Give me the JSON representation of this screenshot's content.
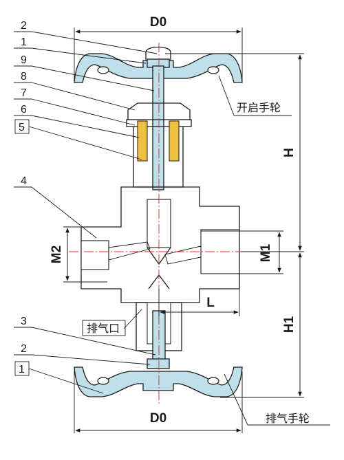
{
  "part_labels": [
    "2",
    "1",
    "9",
    "8",
    "7",
    "6",
    "5",
    "4",
    "3",
    "2",
    "1"
  ],
  "dimensions": {
    "top_width": "D0",
    "bottom_width": "D0",
    "upper_height": "H",
    "lower_height": "H1",
    "left_port": "M2",
    "right_port": "M1",
    "length": "L"
  },
  "callouts": {
    "open_handwheel": "开启手轮",
    "vent_port": "排气口",
    "vent_handwheel": "排气手轮"
  },
  "colors": {
    "section_fill": "#bfe0ea",
    "centerline": "#e03030",
    "line": "#1a1a1a"
  }
}
